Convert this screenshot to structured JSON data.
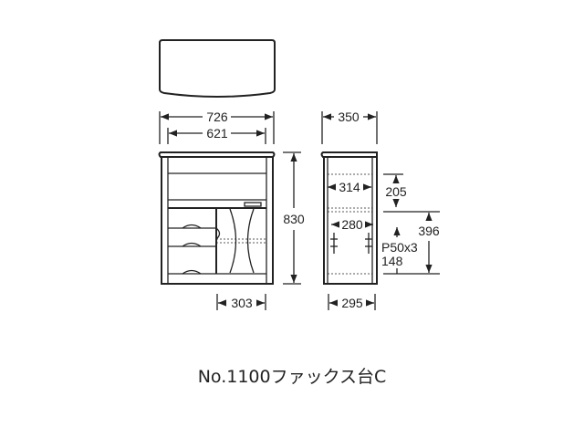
{
  "dimensions": {
    "overall_width": "726",
    "inner_width": "621",
    "depth": "350",
    "height": "830",
    "door_width": "303",
    "inner_depth_bottom": "295",
    "upper_inner_depth": "314",
    "upper_opening_height": "205",
    "lower_inner_depth": "280",
    "lower_height": "396",
    "shelf_pitch": "P50x3",
    "shelf_offset": "148"
  },
  "caption": "No.1100ファックス台C"
}
